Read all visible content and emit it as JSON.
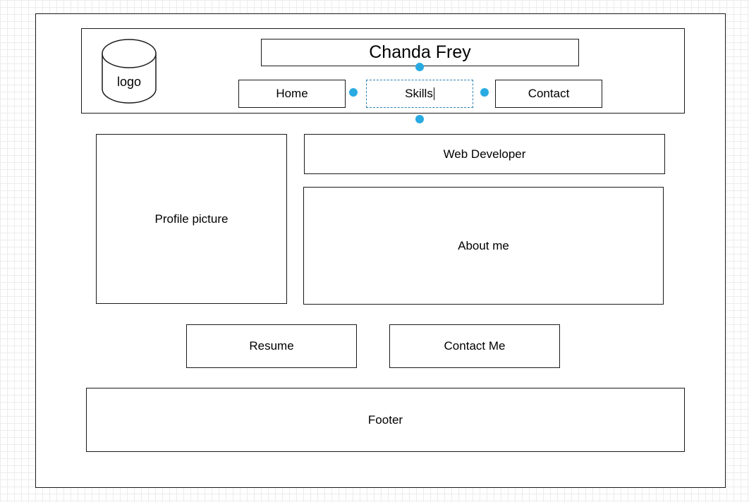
{
  "wireframe": {
    "header": {
      "logo_label": "logo",
      "site_title": "Chanda Frey",
      "nav": {
        "home": "Home",
        "skills": "Skills",
        "contact": "Contact"
      }
    },
    "main": {
      "profile_picture": "Profile picture",
      "role": "Web Developer",
      "about": "About me"
    },
    "actions": {
      "resume": "Resume",
      "contact_me": "Contact Me"
    },
    "footer": "Footer"
  },
  "editor": {
    "selected_element": "Skills",
    "handle_color": "#29abe2",
    "selection_border_color": "#2e7fb0",
    "stroke_color": "#1a1a1a"
  }
}
